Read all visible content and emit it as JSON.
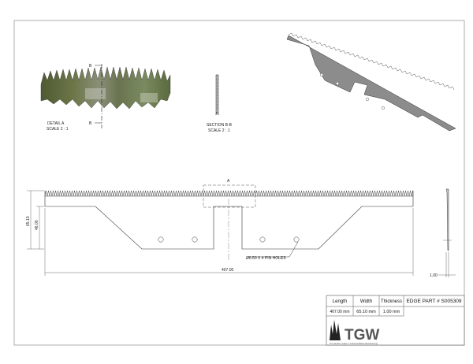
{
  "detail_a": {
    "title": "DETAIL A",
    "scale": "SCALE 2 : 1",
    "section_marker": "B"
  },
  "section_bb": {
    "title": "SECTION B-B",
    "scale": "SCALE 2 : 1"
  },
  "main_view": {
    "detail_callout": "A",
    "dim_overall_height": "65.10",
    "dim_body_height": "46.00",
    "dim_length": "407.00",
    "dim_thickness": "1.00",
    "hole_note": "Ø6.50 X 4 PIN HOLES"
  },
  "title_block": {
    "headers": [
      "Length",
      "Width",
      "Thickness"
    ],
    "values": [
      "407.00 mm",
      "65.10 mm",
      "1.00 mm"
    ],
    "part_label": "EDGE PART # S005309",
    "logo_text": "TGW",
    "logo_tagline": "The World's Leader in Industrial Blade Manufacturing"
  }
}
